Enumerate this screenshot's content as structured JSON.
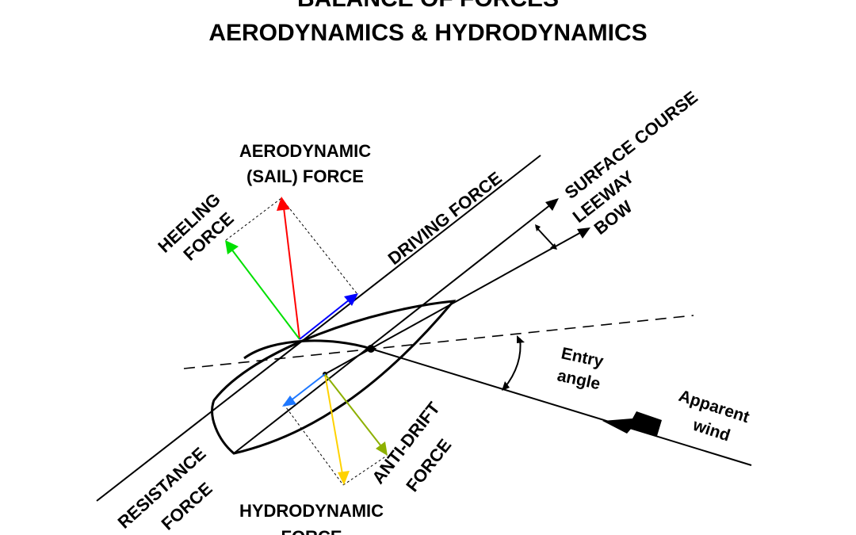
{
  "title": {
    "line1": "BALANCE OF FORCES",
    "line2": "AERODYNAMICS & HYDRODYNAMICS"
  },
  "labels": {
    "aerodynamic_line1": "AERODYNAMIC",
    "aerodynamic_line2": "(SAIL) FORCE",
    "heeling_line1": "HEELING",
    "heeling_line2": "FORCE",
    "driving": "DRIVING FORCE",
    "surface_course": "SURFACE COURSE",
    "leeway": "LEEWAY",
    "bow": "BOW",
    "entry_line1": "Entry",
    "entry_line2": "angle",
    "apparent_line1": "Apparent",
    "apparent_line2": "wind",
    "anti_drift_line1": "ANTI-DRIFT",
    "anti_drift_line2": "FORCE",
    "resistance_line1": "RESISTANCE",
    "resistance_line2": "FORCE",
    "hydrodynamic_line1": "HYDRODYNAMIC",
    "hydrodynamic_line2": "FORCE"
  },
  "colors": {
    "aerodynamic_force": "#ff0000",
    "heeling_force": "#00e000",
    "driving_force": "#0000ff",
    "hydrodynamic_force": "#ffd200",
    "anti_drift_force": "#8db000",
    "resistance_force": "#1e78ff",
    "lines": "#000000"
  }
}
